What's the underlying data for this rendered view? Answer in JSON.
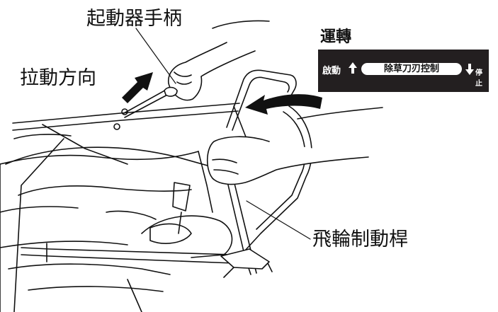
{
  "labels": {
    "starter_handle": "起動器手柄",
    "pull_direction": "拉動方向",
    "wheel_brake_lever": "飛輪制動桿"
  },
  "panel": {
    "title": "運轉",
    "start": "啟動",
    "blade_control": "除草刀刃控制",
    "stop": "停止",
    "background_color": "#231f20",
    "bar_color": "#ffffff",
    "up_icon": "up-arrow-icon",
    "down_icon": "down-arrow-icon"
  },
  "icons": {
    "pull_arrow": "pull-direction-arrow-icon",
    "lever_arrow": "lever-motion-arrow-icon"
  },
  "colors": {
    "ink": "#111111",
    "fill": "#ffffff"
  }
}
